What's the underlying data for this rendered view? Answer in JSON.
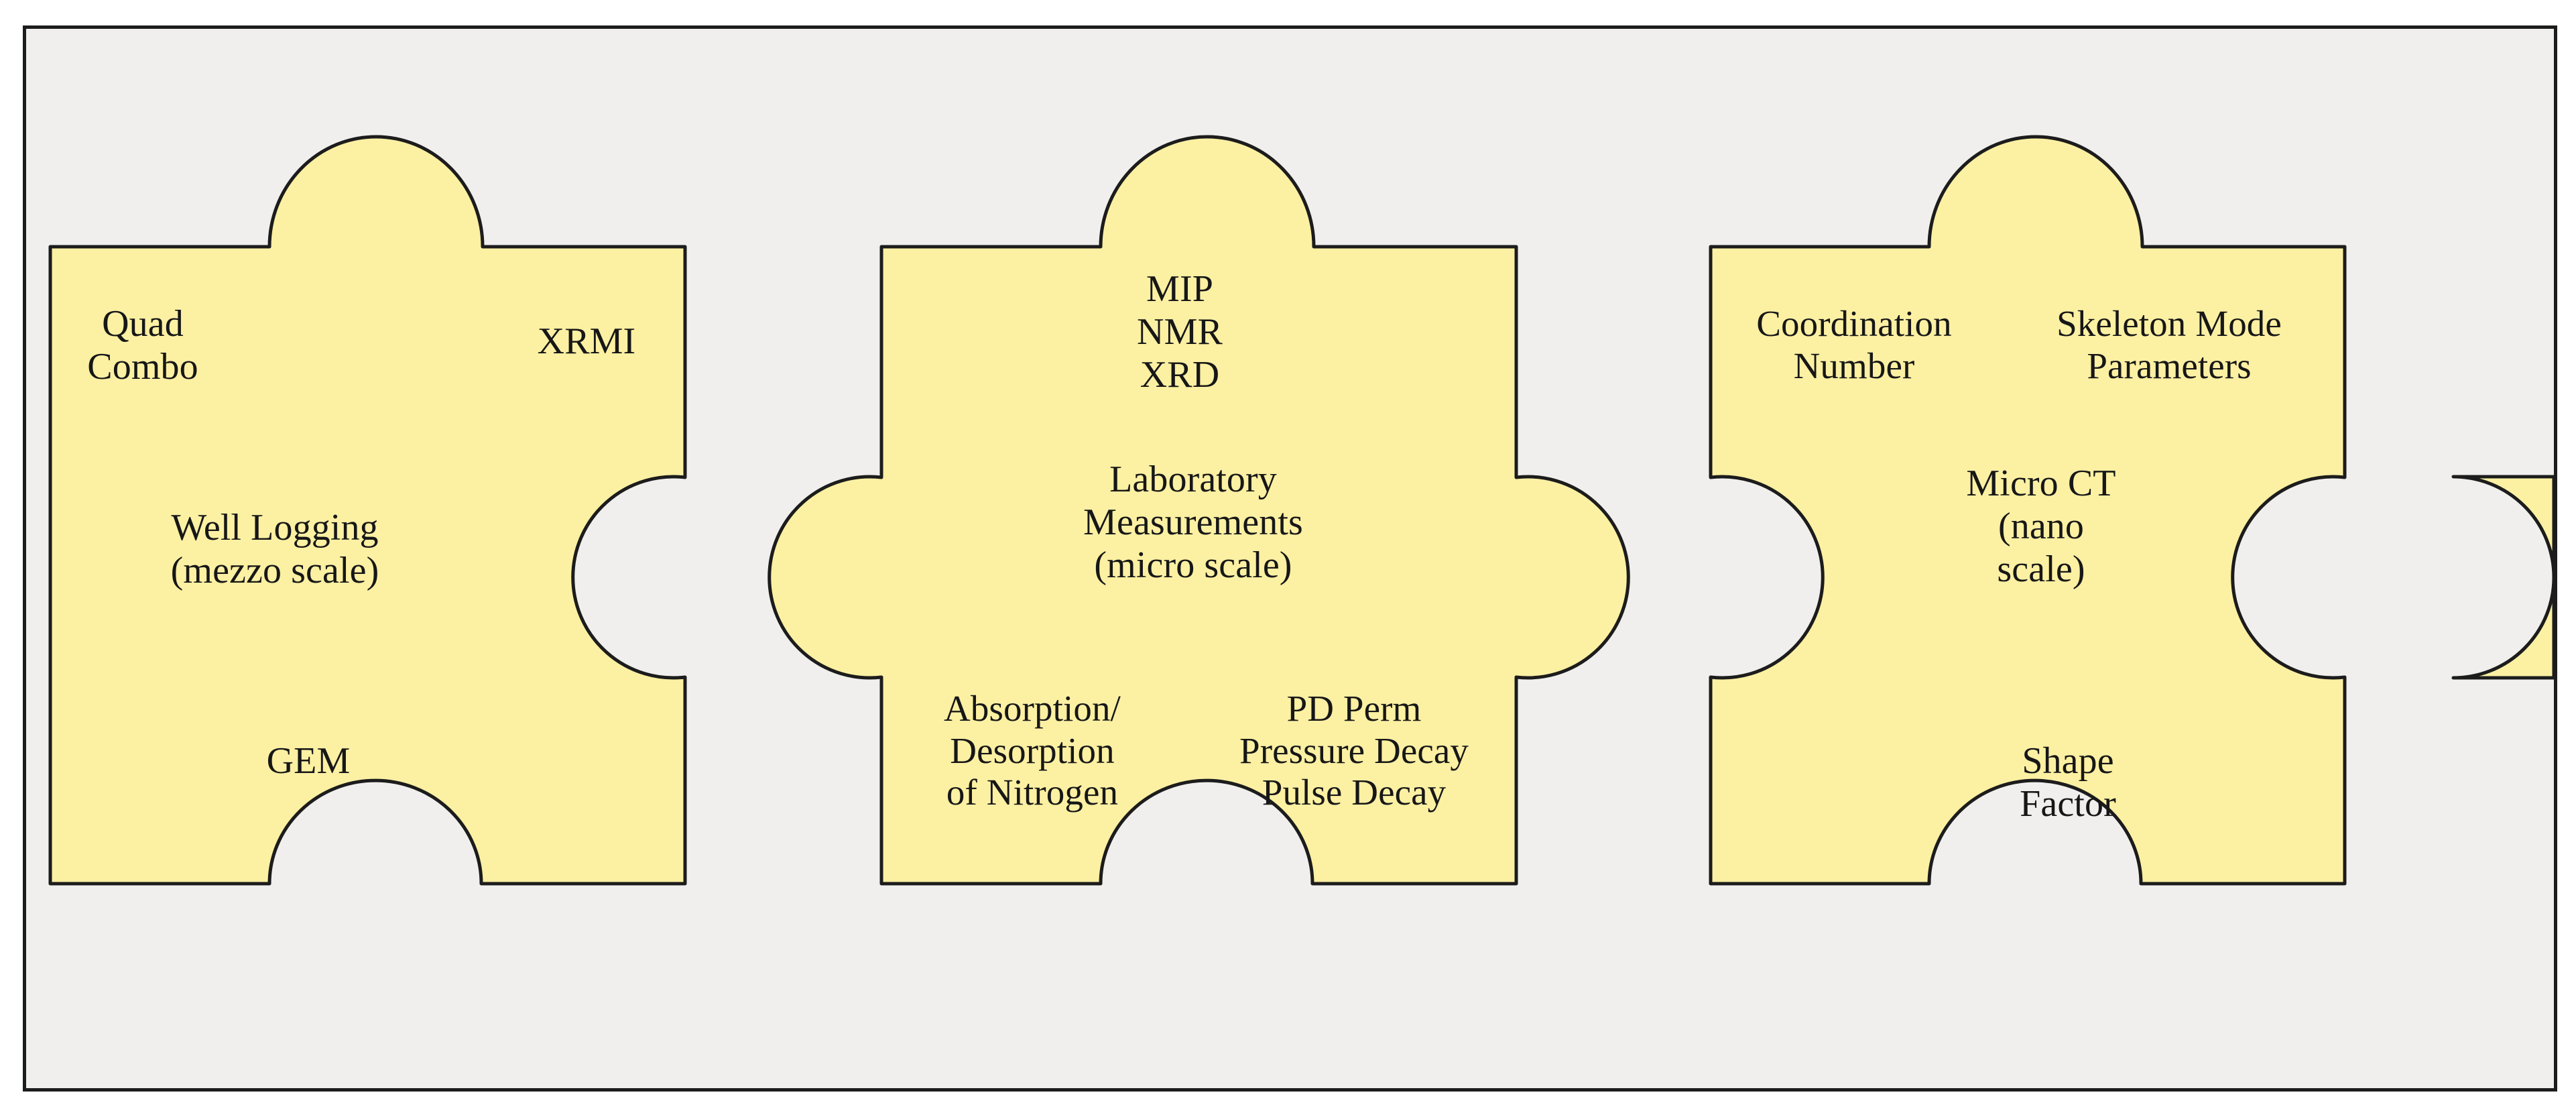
{
  "figure": {
    "type": "jigsaw-puzzle-diagram",
    "title": "Multi-scale pore characterization jigsaw",
    "background_color": "#f0efed",
    "piece_fill_color": "#fcf0a3",
    "piece_stroke_color": "#1c1c1c",
    "frame_border_color": "#1c1c1c",
    "text_color": "#171717"
  },
  "pieces": [
    {
      "id": "well-logging",
      "heading": "Well Logging\n(mezzo scale)",
      "top_left_label": "Quad\nCombo",
      "top_right_label": "XRMI",
      "bottom_label": "GEM",
      "scale": "mezzo scale",
      "methods": [
        "Quad Combo",
        "XRMI",
        "GEM"
      ]
    },
    {
      "id": "laboratory-measurements",
      "heading": "Laboratory\nMeasurements\n(micro scale)",
      "top_label": "MIP\nNMR\nXRD",
      "bottom_left_label": "Absorption/\nDesorption\nof Nitrogen",
      "bottom_right_label": "PD Perm\nPressure Decay\nPulse Decay",
      "scale": "micro scale",
      "methods": [
        "MIP",
        "NMR",
        "XRD",
        "Absorption/Desorption of Nitrogen",
        "PD Perm",
        "Pressure Decay",
        "Pulse Decay"
      ]
    },
    {
      "id": "micro-ct",
      "heading": "Micro CT\n(nano\nscale)",
      "top_left_label": "Coordination\nNumber",
      "top_right_label": "Skeleton Mode\nParameters",
      "bottom_label": "Shape\nFactor",
      "scale": "nano scale",
      "methods": [
        "Coordination Number",
        "Skeleton Mode Parameters",
        "Shape Factor"
      ]
    }
  ]
}
